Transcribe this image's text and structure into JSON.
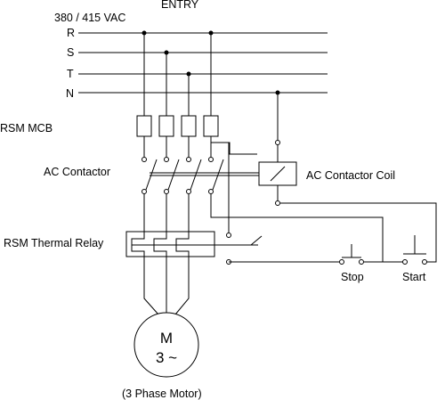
{
  "diagram": {
    "entry_label": "ENTRY",
    "voltage_label": "380 / 415 VAC",
    "phases": [
      "R",
      "S",
      "T",
      "N"
    ],
    "mcb_label": "RSM MCB",
    "contactor_label": "AC Contactor",
    "coil_label": "AC Contactor Coil",
    "thermal_label": "RSM Thermal Relay",
    "motor_symbol": "M",
    "motor_phase": "3 ~",
    "motor_caption": "(3 Phase Motor)",
    "stop_label": "Stop",
    "start_label": "Start"
  }
}
